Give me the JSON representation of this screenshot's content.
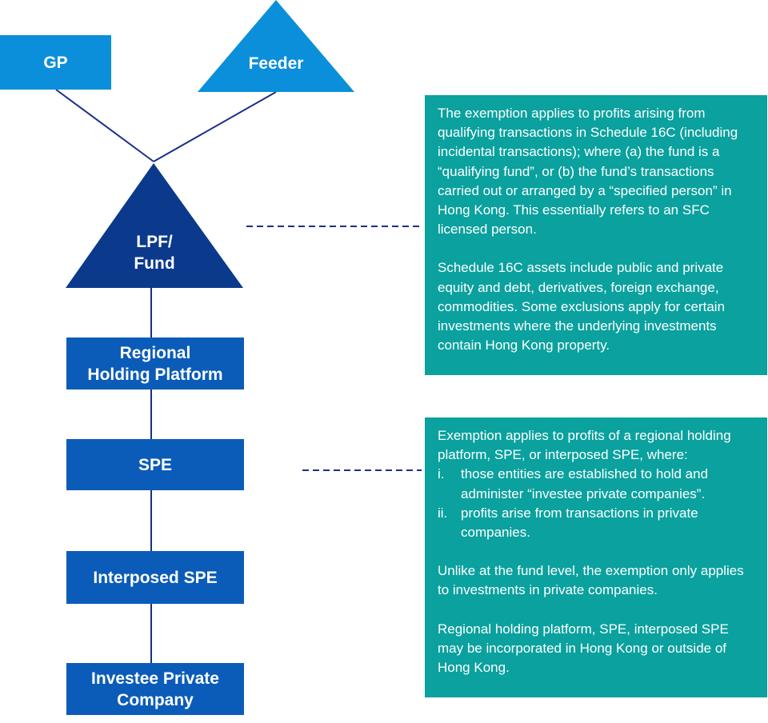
{
  "colors": {
    "light_blue": "#0b8fda",
    "navy": "#0b3a8c",
    "medium_blue": "#0b5cb8",
    "teal": "#0aa19e",
    "connector": "#1a2f8a"
  },
  "nodes": {
    "gp": {
      "label": "GP",
      "shape": "rectangle"
    },
    "feeder": {
      "label": "Feeder",
      "shape": "triangle"
    },
    "fund": {
      "label": "LPF/\nFund",
      "shape": "triangle"
    },
    "regional": {
      "label": "Regional\nHolding Platform",
      "shape": "rectangle"
    },
    "spe": {
      "label": "SPE",
      "shape": "rectangle"
    },
    "interposed": {
      "label": "Interposed SPE",
      "shape": "rectangle"
    },
    "investee": {
      "label": "Investee Private\nCompany",
      "shape": "rectangle"
    }
  },
  "edges": [
    {
      "from": "gp",
      "to": "fund",
      "style": "solid"
    },
    {
      "from": "feeder",
      "to": "fund",
      "style": "solid"
    },
    {
      "from": "fund",
      "to": "regional",
      "style": "solid"
    },
    {
      "from": "regional",
      "to": "spe",
      "style": "solid"
    },
    {
      "from": "spe",
      "to": "interposed",
      "style": "solid"
    },
    {
      "from": "interposed",
      "to": "investee",
      "style": "solid"
    },
    {
      "from": "fund",
      "to": "note_fund",
      "style": "dashed"
    },
    {
      "from": "spe",
      "to": "note_spe",
      "style": "dashed"
    }
  ],
  "notes": {
    "fund": {
      "paragraph1": "The exemption applies to profits arising from qualifying transactions in Schedule 16C (including incidental transactions); where (a) the fund is a “qualifying fund”, or (b) the fund’s transactions carried out or arranged by a “specified person” in Hong Kong.  This essentially refers to an SFC licensed person.",
      "paragraph2": "Schedule 16C assets include public and private equity and debt, derivatives, foreign exchange, commodities.  Some exclusions apply for certain investments where the underlying investments contain Hong Kong property."
    },
    "spe": {
      "intro": "Exemption applies to profits of a regional holding platform, SPE, or interposed SPE, where:",
      "items": [
        {
          "marker": "i.",
          "text": "those entities are established to hold and administer “investee private companies”."
        },
        {
          "marker": "ii.",
          "text": "profits arise from transactions in private companies."
        }
      ],
      "paragraph2": "Unlike at the fund level, the exemption only applies to investments in private companies.",
      "paragraph3": "Regional holding platform, SPE, interposed SPE may be incorporated in Hong Kong or outside of Hong Kong."
    }
  }
}
